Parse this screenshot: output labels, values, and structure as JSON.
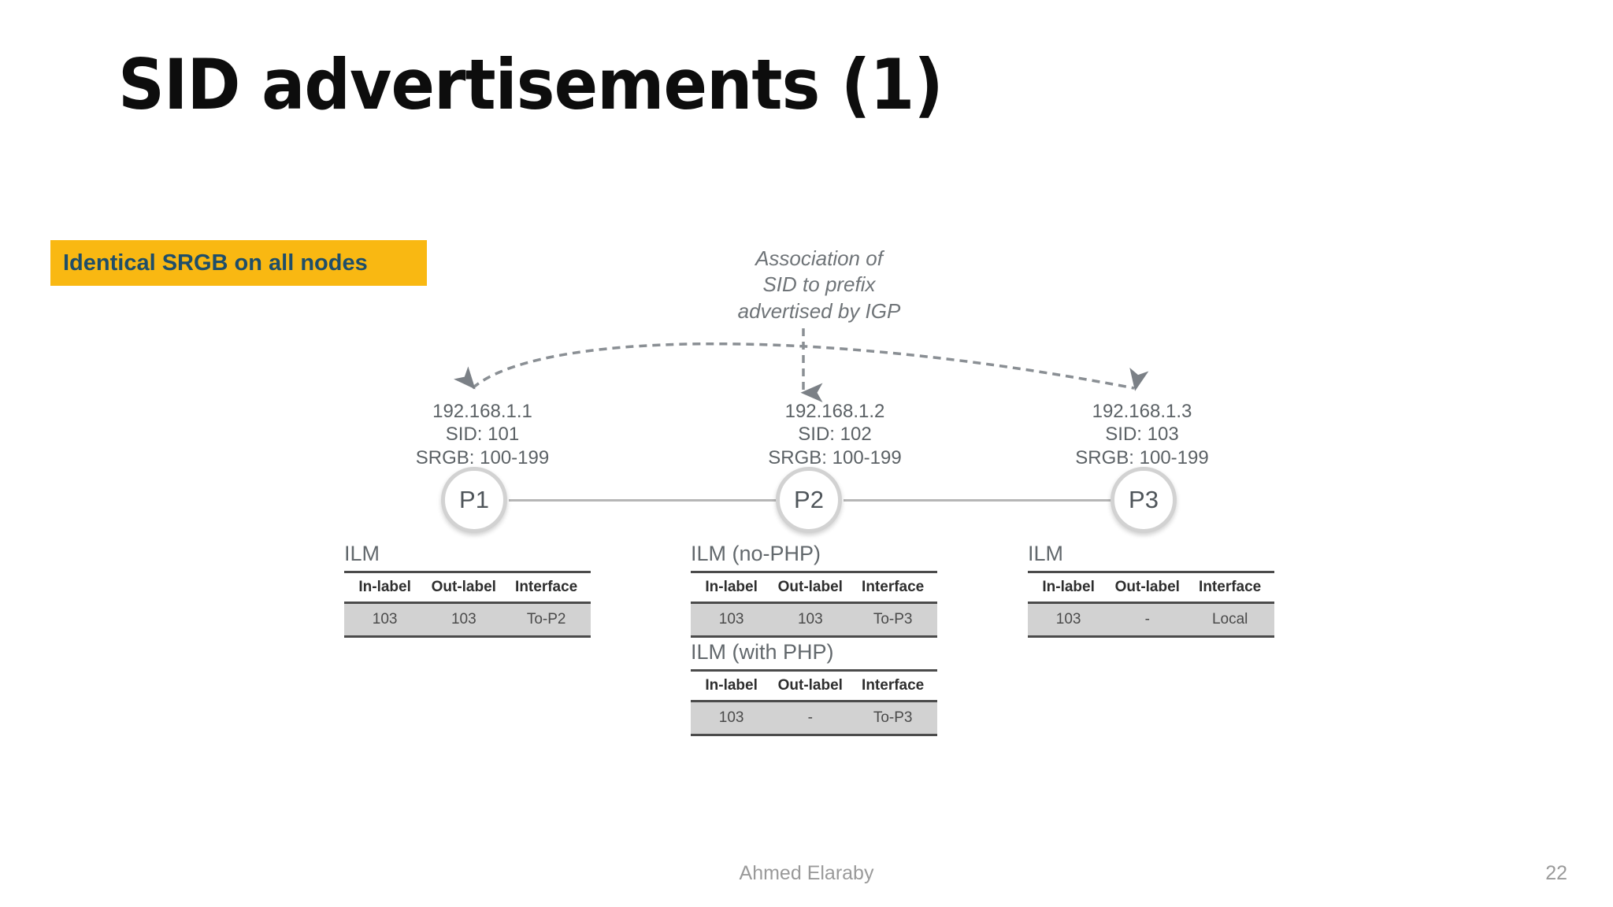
{
  "slide": {
    "title": "SID advertisements (1)",
    "callout": "Identical SRGB on all nodes",
    "annotation": {
      "line1": "Association of",
      "line2": "SID to prefix",
      "line3": "advertised by IGP"
    },
    "colors": {
      "callout_bg": "#f9b812",
      "callout_text": "#1f4e69",
      "title_text": "#0d0d0d",
      "diagram_gray": "#6f7478",
      "table_row_bg": "#d2d2d2",
      "table_rule": "#4b4b4b",
      "node_ring": "#d2d2d2",
      "link_line": "#b6b6b6",
      "footer_text": "#9a9a9a"
    },
    "footer": {
      "author": "Ahmed Elaraby",
      "page_number": "22"
    }
  },
  "topology": {
    "nodes": [
      {
        "label": "P1",
        "prefix": "192.168.1.1",
        "sid": "SID: 101",
        "srgb": "SRGB: 100-199"
      },
      {
        "label": "P2",
        "prefix": "192.168.1.2",
        "sid": "SID: 102",
        "srgb": "SRGB: 100-199"
      },
      {
        "label": "P3",
        "prefix": "192.168.1.3",
        "sid": "SID: 103",
        "srgb": "SRGB: 100-199"
      }
    ],
    "links": [
      {
        "from": "P1",
        "to": "P2"
      },
      {
        "from": "P2",
        "to": "P3"
      }
    ]
  },
  "ilm_tables": [
    {
      "caption": "ILM",
      "owner": "P1",
      "columns": [
        "In-label",
        "Out-label",
        "Interface"
      ],
      "rows": [
        [
          "103",
          "103",
          "To-P2"
        ]
      ]
    },
    {
      "caption": "ILM (no-PHP)",
      "owner": "P2",
      "columns": [
        "In-label",
        "Out-label",
        "Interface"
      ],
      "rows": [
        [
          "103",
          "103",
          "To-P3"
        ]
      ]
    },
    {
      "caption": "ILM",
      "owner": "P3",
      "columns": [
        "In-label",
        "Out-label",
        "Interface"
      ],
      "rows": [
        [
          "103",
          "-",
          "Local"
        ]
      ]
    },
    {
      "caption": "ILM (with PHP)",
      "owner": "P2",
      "columns": [
        "In-label",
        "Out-label",
        "Interface"
      ],
      "rows": [
        [
          "103",
          "-",
          "To-P3"
        ]
      ]
    }
  ]
}
